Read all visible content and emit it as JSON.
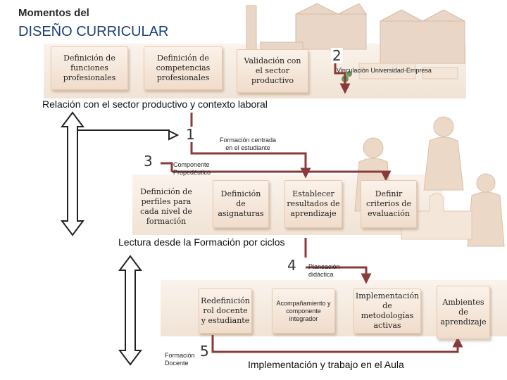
{
  "title": {
    "line1": "Momentos del",
    "line2": "DISEÑO CURRICULAR"
  },
  "section1": {
    "boxes": [
      "Definición de\nfunciones\nprofesionales",
      "Definición de\ncompetencias\nprofesionales",
      "Validación con\nel sector\nproductivo"
    ],
    "marker": "2",
    "marker_label": "Vinculación Universidad-Empresa",
    "caption": "Relación con el sector productivo y contexto laboral"
  },
  "section2": {
    "marker1": "1",
    "marker1_label": "Formación centrada\nen el estudiante",
    "marker3": "3",
    "marker3_label": "Componente\nPropedéutico",
    "boxes": [
      "Definición de\nperfiles para\ncada nivel de\nformación",
      "Definición\nde\nasignaturas",
      "Establecer\nresultados de\naprendizaje",
      "Definir\ncriterios de\nevaluación"
    ],
    "caption": "Lectura desde la Formación por ciclos"
  },
  "section3": {
    "marker4": "4",
    "marker4_label": "Planeación\ndidáctica",
    "boxes": [
      "Redefinición\nrol docente\ny estudiante",
      "Acompañamiento y\ncomponente\nintegrador",
      "Implementación\nde metodologías\nactivas",
      "Ambientes\nde\naprendizaje"
    ],
    "marker5": "5",
    "marker5_label": "Formación\nDocente",
    "caption": "Implementación y trabajo en el Aula"
  },
  "colors": {
    "arrow": "#8a3a3a",
    "band": "#f3e6d9",
    "box_border": "#e6c9b0"
  }
}
